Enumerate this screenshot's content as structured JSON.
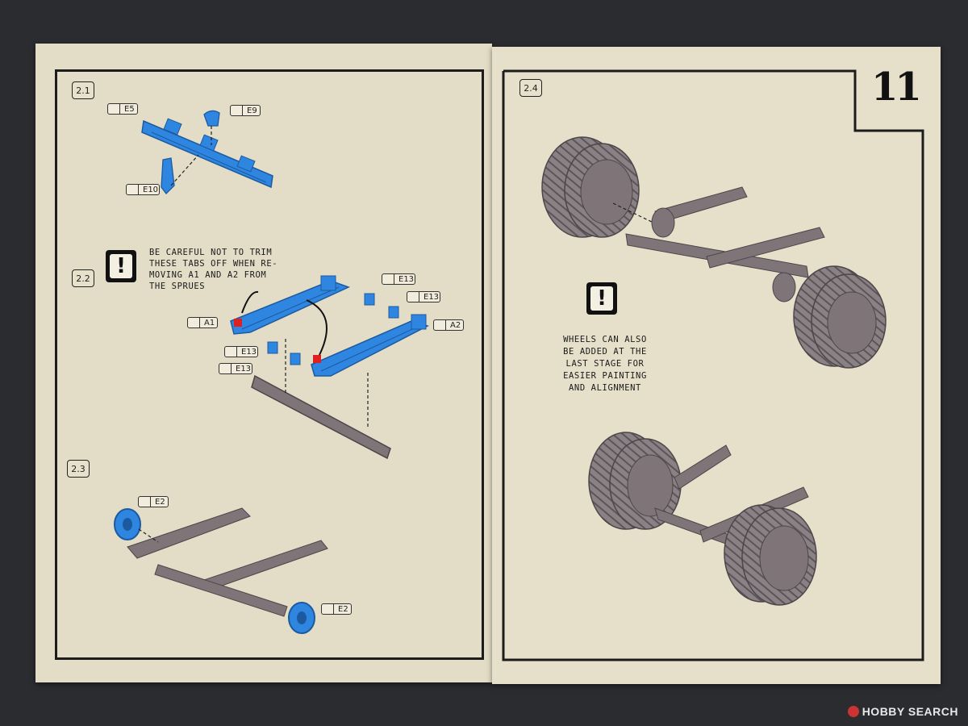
{
  "left_page": {
    "steps": [
      "2.1",
      "2.2",
      "2.3"
    ],
    "tags": {
      "e5": "E5",
      "e9": "E9",
      "e10": "E10",
      "e13_a": "E13",
      "e13_b": "E13",
      "e13_c": "E13",
      "e13_d": "E13",
      "a1": "A1",
      "a2": "A2",
      "e2_a": "E2",
      "e2_b": "E2"
    },
    "caution_note": [
      "BE CAREFUL NOT TO TRIM",
      "THESE TABS OFF WHEN RE-",
      "MOVING A1 AND A2 FROM",
      "THE SPRUES"
    ],
    "warning_symbol": "!"
  },
  "right_page": {
    "page_number": "11",
    "step": "2.4",
    "wheels_note": [
      "WHEELS CAN ALSO",
      "BE ADDED AT THE",
      "LAST STAGE FOR",
      "EASIER PAINTING",
      "AND ALIGNMENT"
    ],
    "warning_symbol": "!"
  },
  "watermark": "HOBBY SEARCH",
  "colors": {
    "paper": "#e3dcc6",
    "part_blue": "#2f86e0",
    "part_grey": "#7f7579",
    "tab_red": "#e02020",
    "frame": "#1c1c1c"
  }
}
